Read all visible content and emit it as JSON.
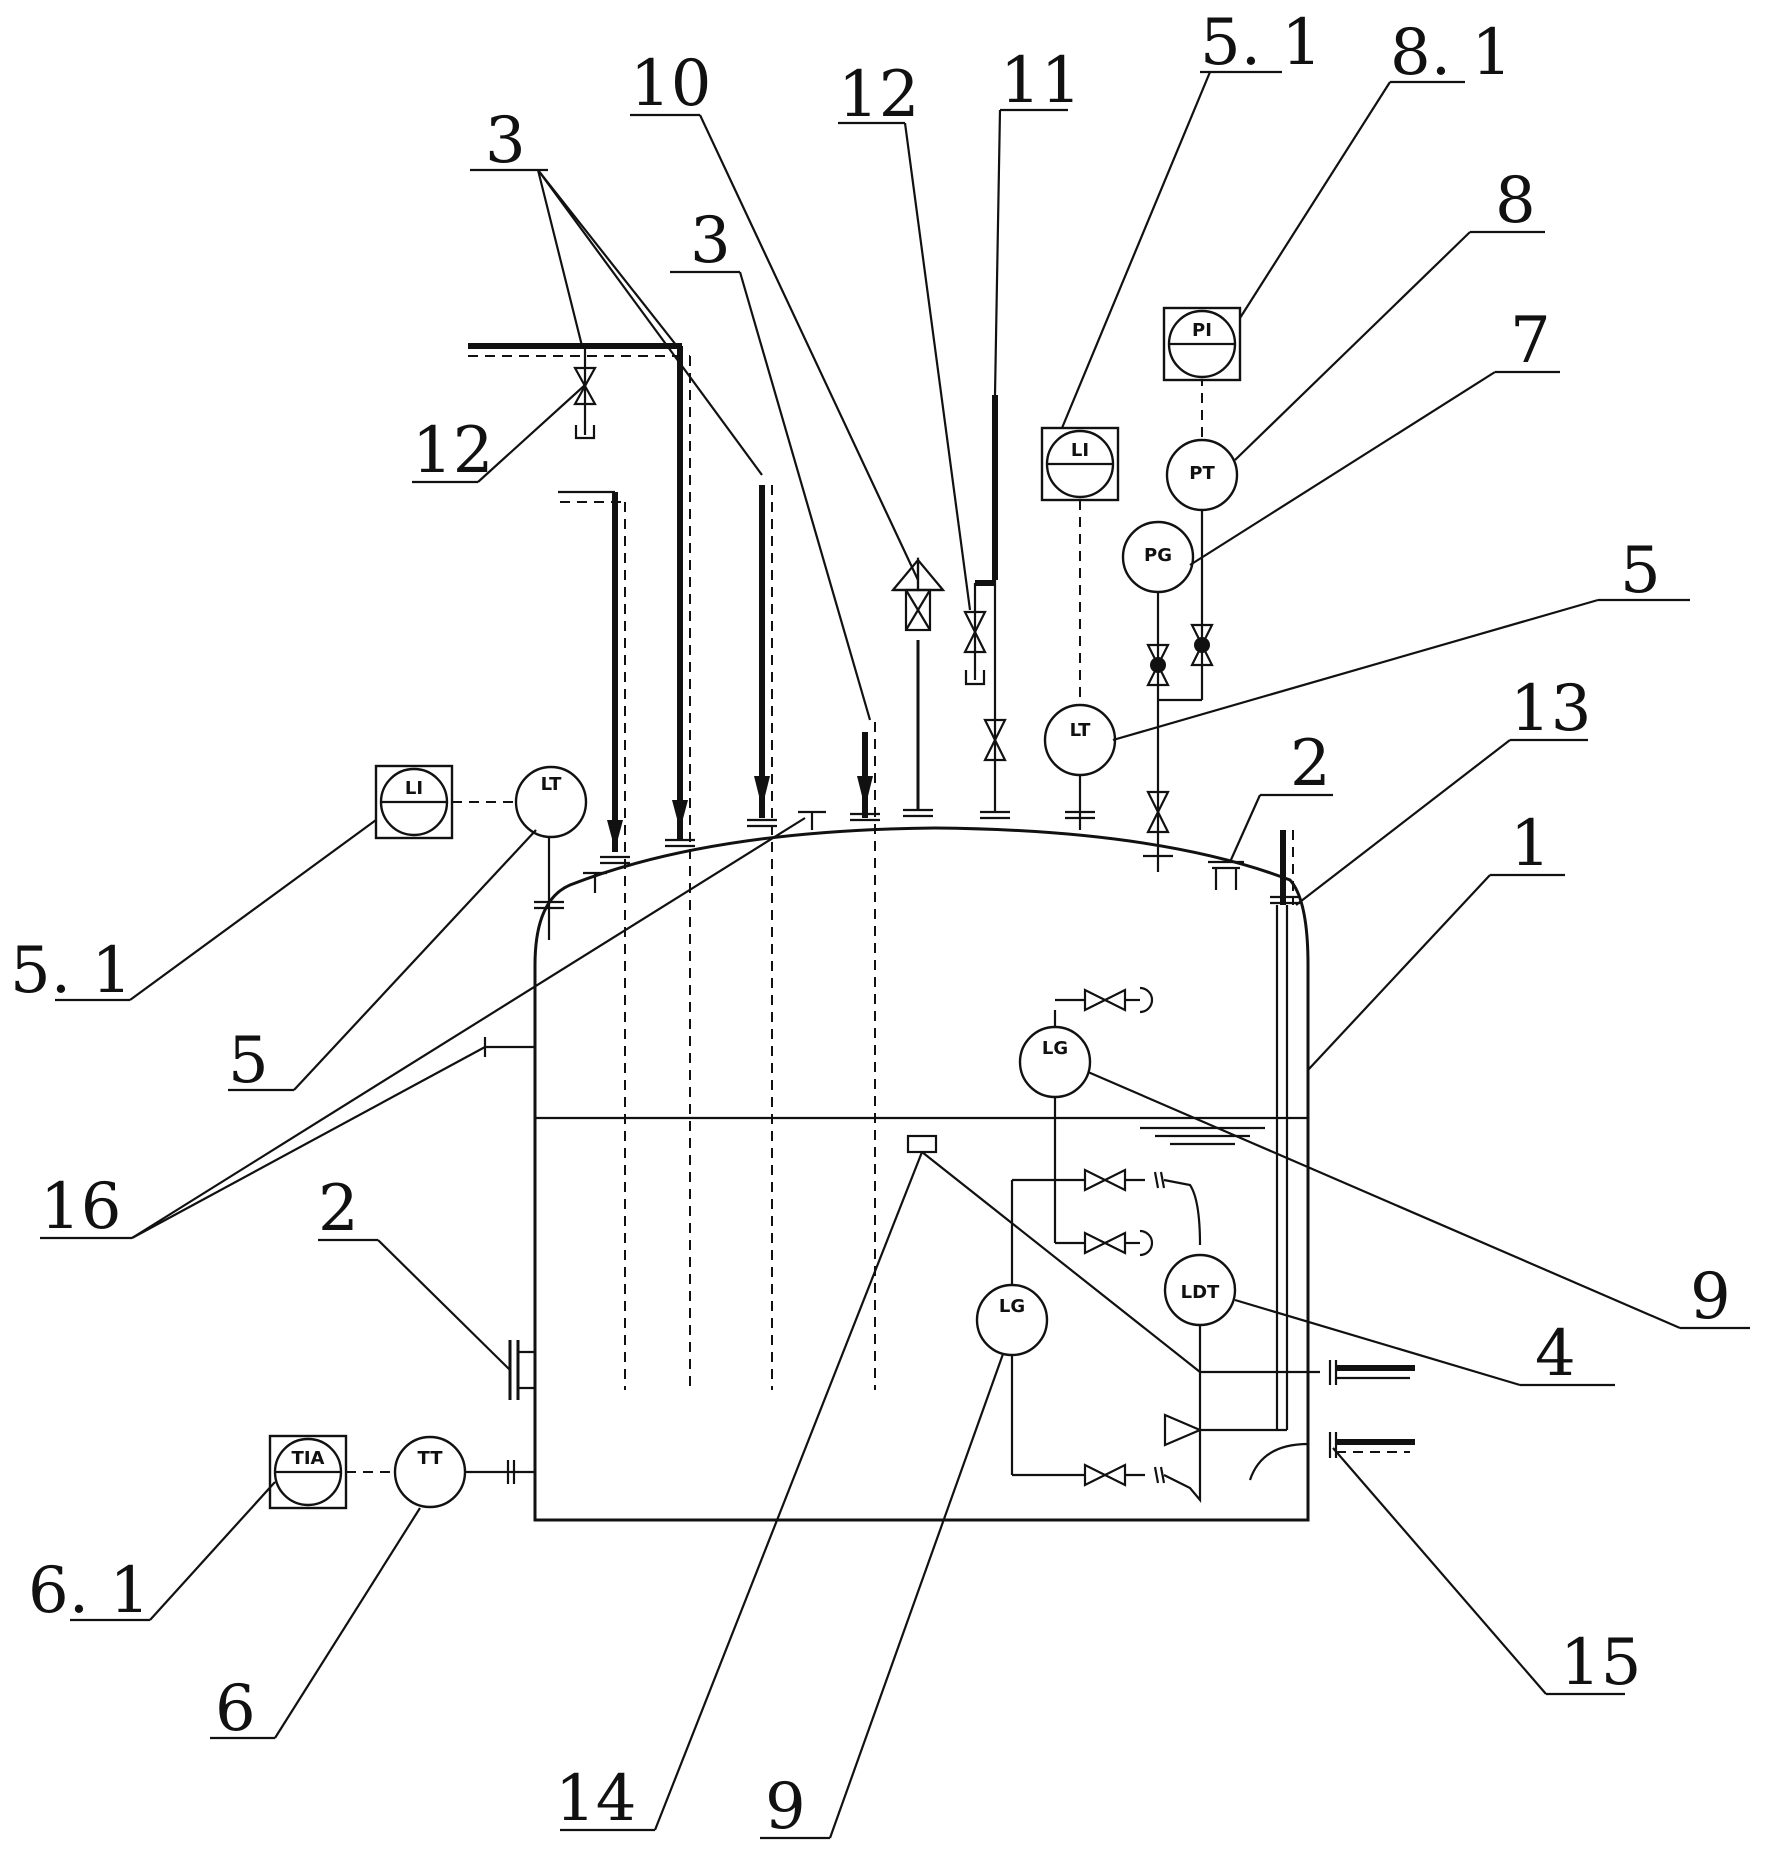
{
  "refs": {
    "r1": "1",
    "r2a": "2",
    "r2b": "2",
    "r3a": "3",
    "r3b": "3",
    "r4": "4",
    "r5a": "5",
    "r5b": "5",
    "r51a": "5. 1",
    "r51b": "5. 1",
    "r6": "6",
    "r61": "6. 1",
    "r7": "7",
    "r8": "8",
    "r81": "8. 1",
    "r9a": "9",
    "r9b": "9",
    "r10": "10",
    "r11": "11",
    "r12a": "12",
    "r12b": "12",
    "r13": "13",
    "r14": "14",
    "r15": "15",
    "r16": "16"
  },
  "instruments": {
    "li_left": "LI",
    "lt_left": "LT",
    "li_top": "LI",
    "lt_top": "LT",
    "pi": "PI",
    "pt": "PT",
    "pg": "PG",
    "tia": "TIA",
    "tt": "TT",
    "lg_upper": "LG",
    "lg_lower": "LG",
    "ldt": "LDT"
  }
}
